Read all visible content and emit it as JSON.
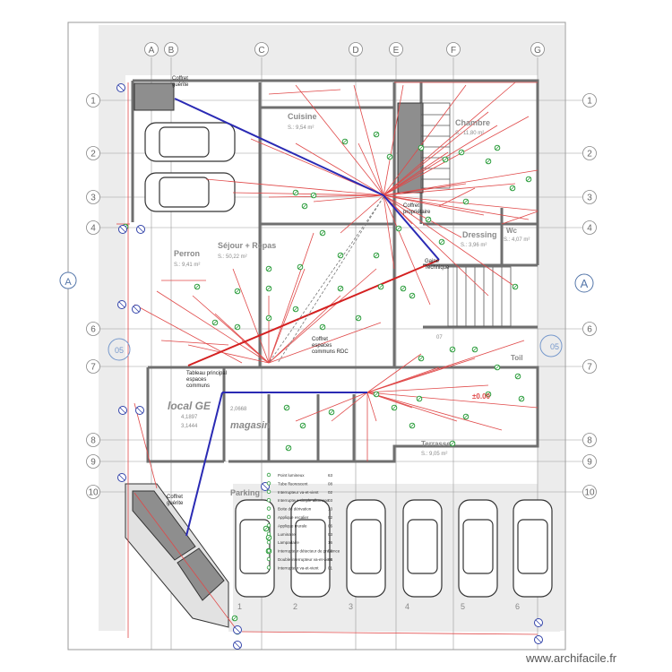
{
  "columns": [
    "A",
    "B",
    "C",
    "D",
    "E",
    "F",
    "G"
  ],
  "rows": [
    "1",
    "2",
    "3",
    "4",
    "6",
    "7",
    "8",
    "9",
    "10"
  ],
  "section_marks": {
    "a_left": "A",
    "a_right": "A",
    "s05_left": "05",
    "s05_right": "05"
  },
  "rooms": {
    "cuisine": "Cuisine",
    "cuisine_area": "S.: 9,54 m²",
    "chambre": "Chambre",
    "chambre_area": "S.: 11,80 m²",
    "dressing": "Dressing",
    "dressing_area": "S.: 3,96 m²",
    "wc": "Wc",
    "wc_area": "S.: 4,07 m²",
    "perron": "Perron",
    "perron_area": "S.: 9,41 m²",
    "sejour": "Séjour + Repas",
    "sejour_area": "S.: 50,22 m²",
    "local_ge": "local GE",
    "local_ge_v1": "4,1897",
    "local_ge_v2": "3,1444",
    "magasin": "magasin",
    "magasin_v": "2,0668",
    "terrasse": "Terrasse",
    "terrasse_area": "S.: 9,05 m²",
    "parking": "Parking",
    "toil": "Toil",
    "level": "±0.00",
    "stair_tag": "07"
  },
  "annotations": {
    "coffret_guerite_top_1": "Coffret",
    "coffret_guerite_top_2": "guérite",
    "coffret_prop_1": "Coffret",
    "coffret_prop_2": "propriétaire",
    "gaine_1": "Gaine",
    "gaine_2": "Technique",
    "coffret_rdc_1": "Coffret",
    "coffret_rdc_2": "espaces",
    "coffret_rdc_3": "communs RDC",
    "tableau_1": "Tableau principal",
    "tableau_2": "espaces",
    "tableau_3": "communs",
    "coffret_guerite_bot_1": "Coffret",
    "coffret_guerite_bot_2": "guérite"
  },
  "legend": [
    {
      "label": "Point lumineux",
      "count": "63"
    },
    {
      "label": "Tube fluorescent",
      "count": "08"
    },
    {
      "label": "Interrupteur va-et-vient",
      "count": "02"
    },
    {
      "label": "Interrupteur simple allumage",
      "count": "03"
    },
    {
      "label": "Boite de dérivation",
      "count": "13"
    },
    {
      "label": "Applique escalier",
      "count": "02"
    },
    {
      "label": "Applique murale",
      "count": "06"
    },
    {
      "label": "Luminaire",
      "count": "03"
    },
    {
      "label": "Lampadaire",
      "count": "16"
    },
    {
      "label": "Interrupteur détecteur de présence",
      "count": "08"
    },
    {
      "label": "Double interrupteur va-et-vient",
      "count": "06"
    },
    {
      "label": "Interrupteur va-et-vient",
      "count": "01"
    }
  ],
  "parking_slots": [
    "1",
    "2",
    "3",
    "4",
    "5",
    "6"
  ],
  "watermark": "www.archifacile.fr",
  "colors": {
    "wire_red": "#e04848",
    "wire_blue": "#2a2ab4",
    "wire_green": "#2e9e3e",
    "grid": "#9a9a9a",
    "wall": "#8c8c8c",
    "dark": "#222222"
  }
}
